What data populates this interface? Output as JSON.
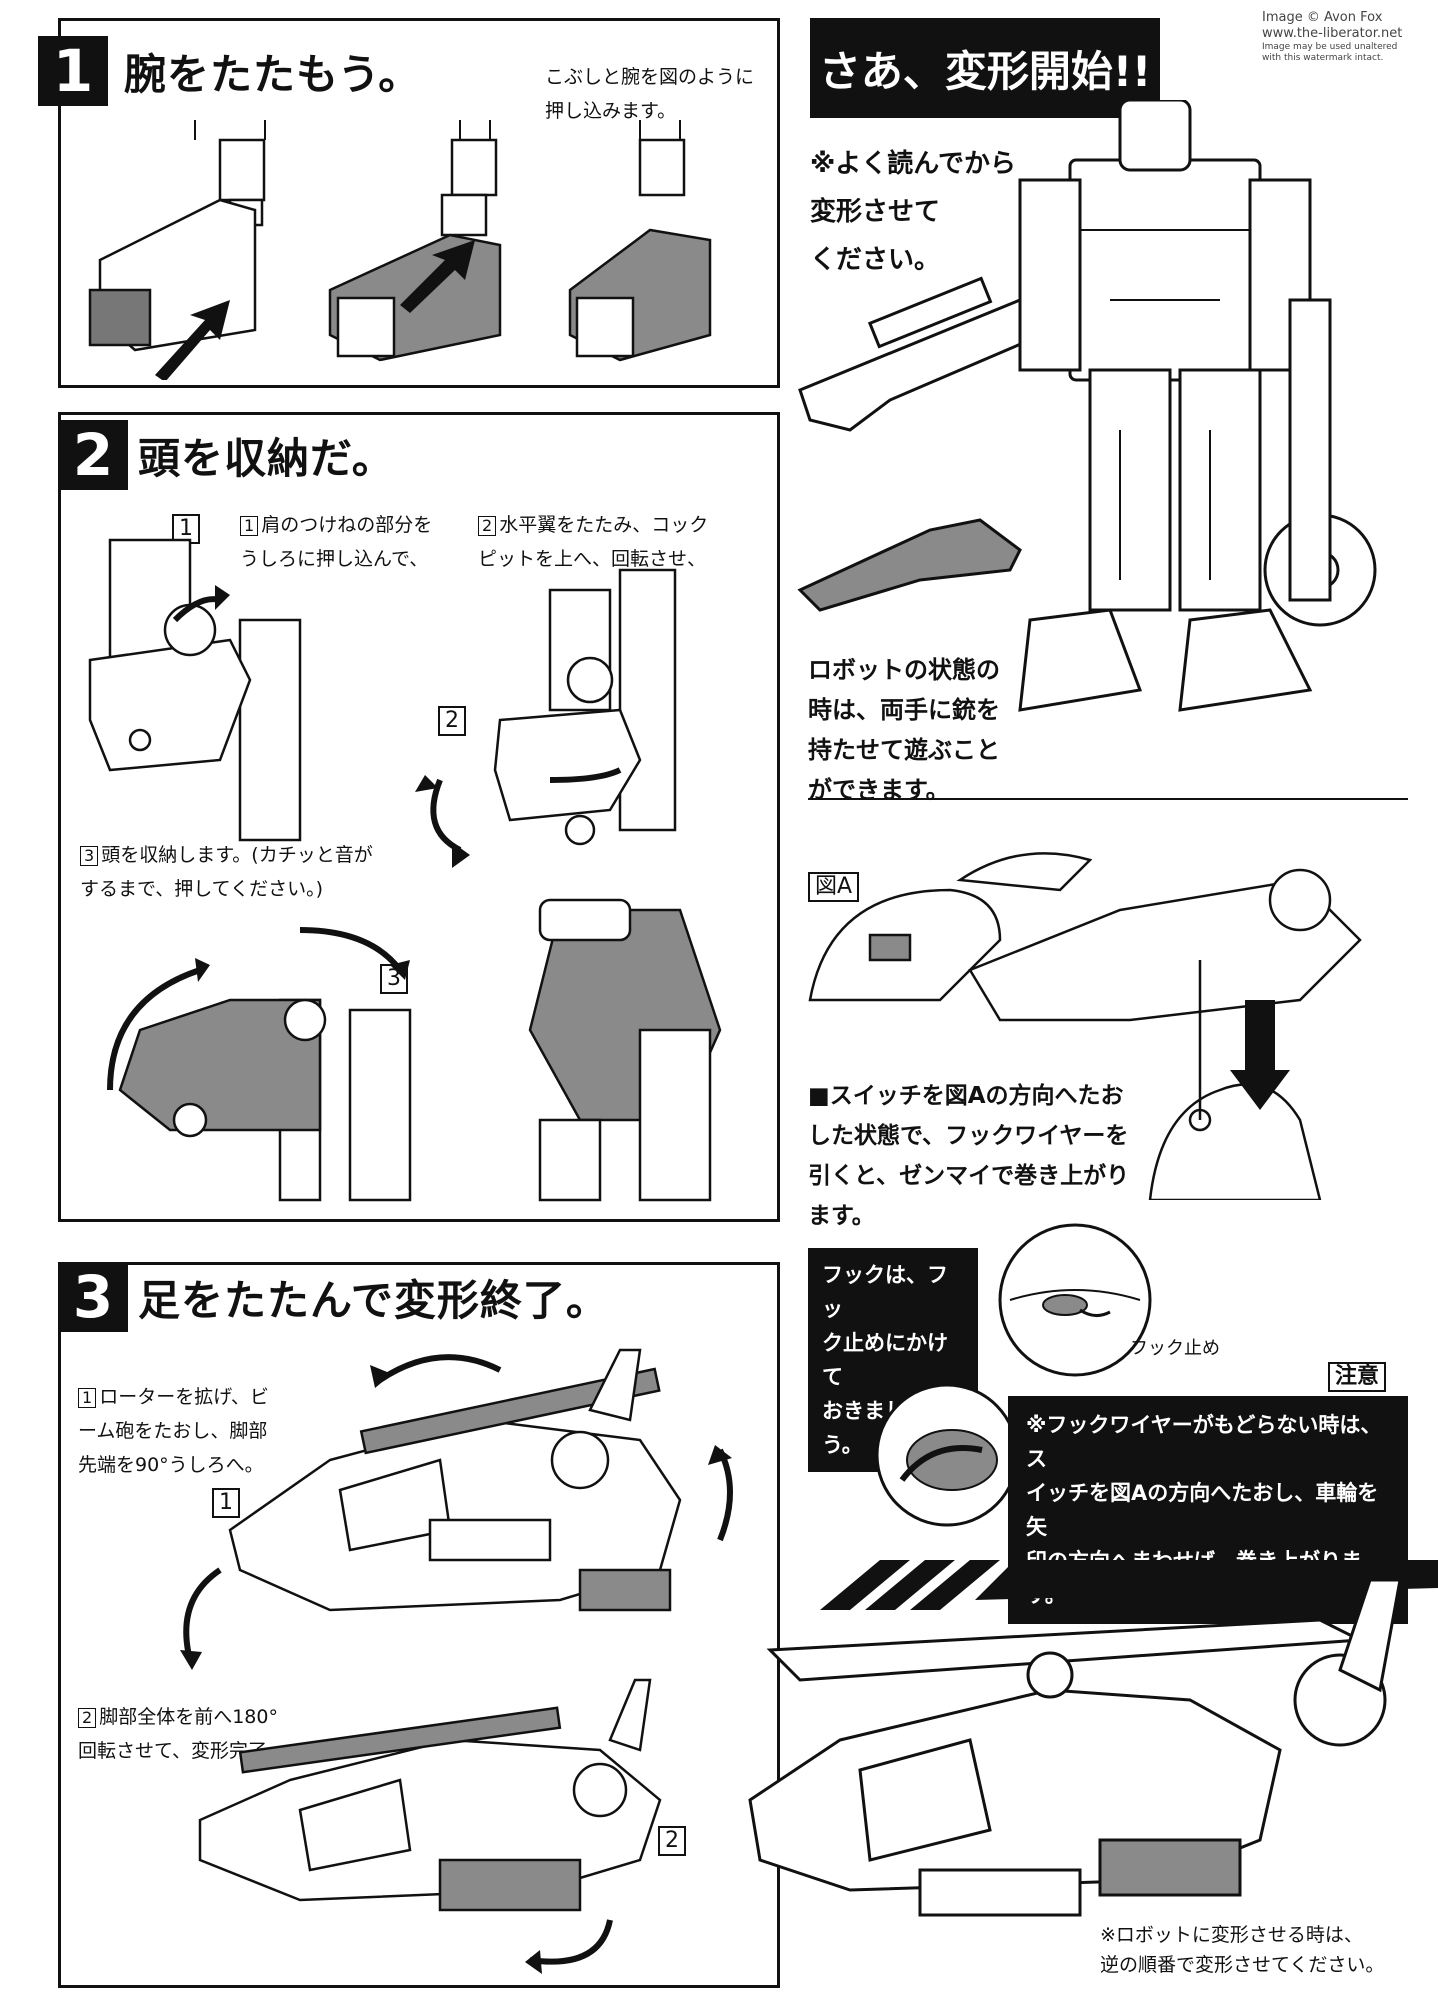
{
  "watermark": {
    "line1": "Image © Avon Fox",
    "line2": "www.the-liberator.net",
    "line3": "Image may be used unaltered",
    "line4": "with this watermark intact."
  },
  "step1": {
    "number": "1",
    "title": "腕をたたもう。",
    "note_line1": "こぶしと腕を図のように",
    "note_line2": "押し込みます。"
  },
  "step2": {
    "number": "2",
    "title": "頭を収納だ。",
    "sub1_num": "1",
    "sub1_line1": "肩のつけねの部分を",
    "sub1_line2": "うしろに押し込んで、",
    "sub2_num": "2",
    "sub2_line1": "水平翼をたたみ、コック",
    "sub2_line2": "ピットを上へ、回転させ、",
    "sub3_num": "3",
    "sub3_line1": "頭を収納します。(カチッと音が",
    "sub3_line2": "するまで、押してください。)",
    "label1": "1",
    "label2": "2",
    "label3": "3"
  },
  "step3": {
    "number": "3",
    "title": "足をたたんで変形終了。",
    "sub1_num": "1",
    "sub1_line1": "ローターを拡げ、ビ",
    "sub1_line2": "ーム砲をたおし、脚部",
    "sub1_line3": "先端を90°うしろへ。",
    "sub2_num": "2",
    "sub2_line1": "脚部全体を前へ180°",
    "sub2_line2": "回転させて、変形完了。",
    "label1": "1",
    "label2": "2"
  },
  "start": {
    "title": "さあ、変形開始!!",
    "note_line1": "※よく読んでから",
    "note_line2": "変形させて",
    "note_line3": "ください。",
    "robot_line1": "ロボットの状態の",
    "robot_line2": "時は、両手に銃を",
    "robot_line3": "持たせて遊ぶこと",
    "robot_line4": "ができます。"
  },
  "switch": {
    "fig_label": "図A",
    "line1": "■スイッチを図Aの方向へたお",
    "line2": "した状態で、フックワイヤーを",
    "line3": "引くと、ゼンマイで巻き上がり",
    "line4": "ます。"
  },
  "hook": {
    "line1": "フックは、フッ",
    "line2": "ク止めにかけて",
    "line3": "おきましょう。",
    "stop_label": "フック止め"
  },
  "caution": {
    "label": "注意",
    "line1": "※フックワイヤーがもどらない時は、ス",
    "line2": "イッチを図Aの方向へたおし、車輪を矢",
    "line3": "印の方向へまわせば、巻き上がります。"
  },
  "footer": {
    "line1": "※ロボットに変形させる時は、",
    "line2": "逆の順番で変形させてください。"
  }
}
